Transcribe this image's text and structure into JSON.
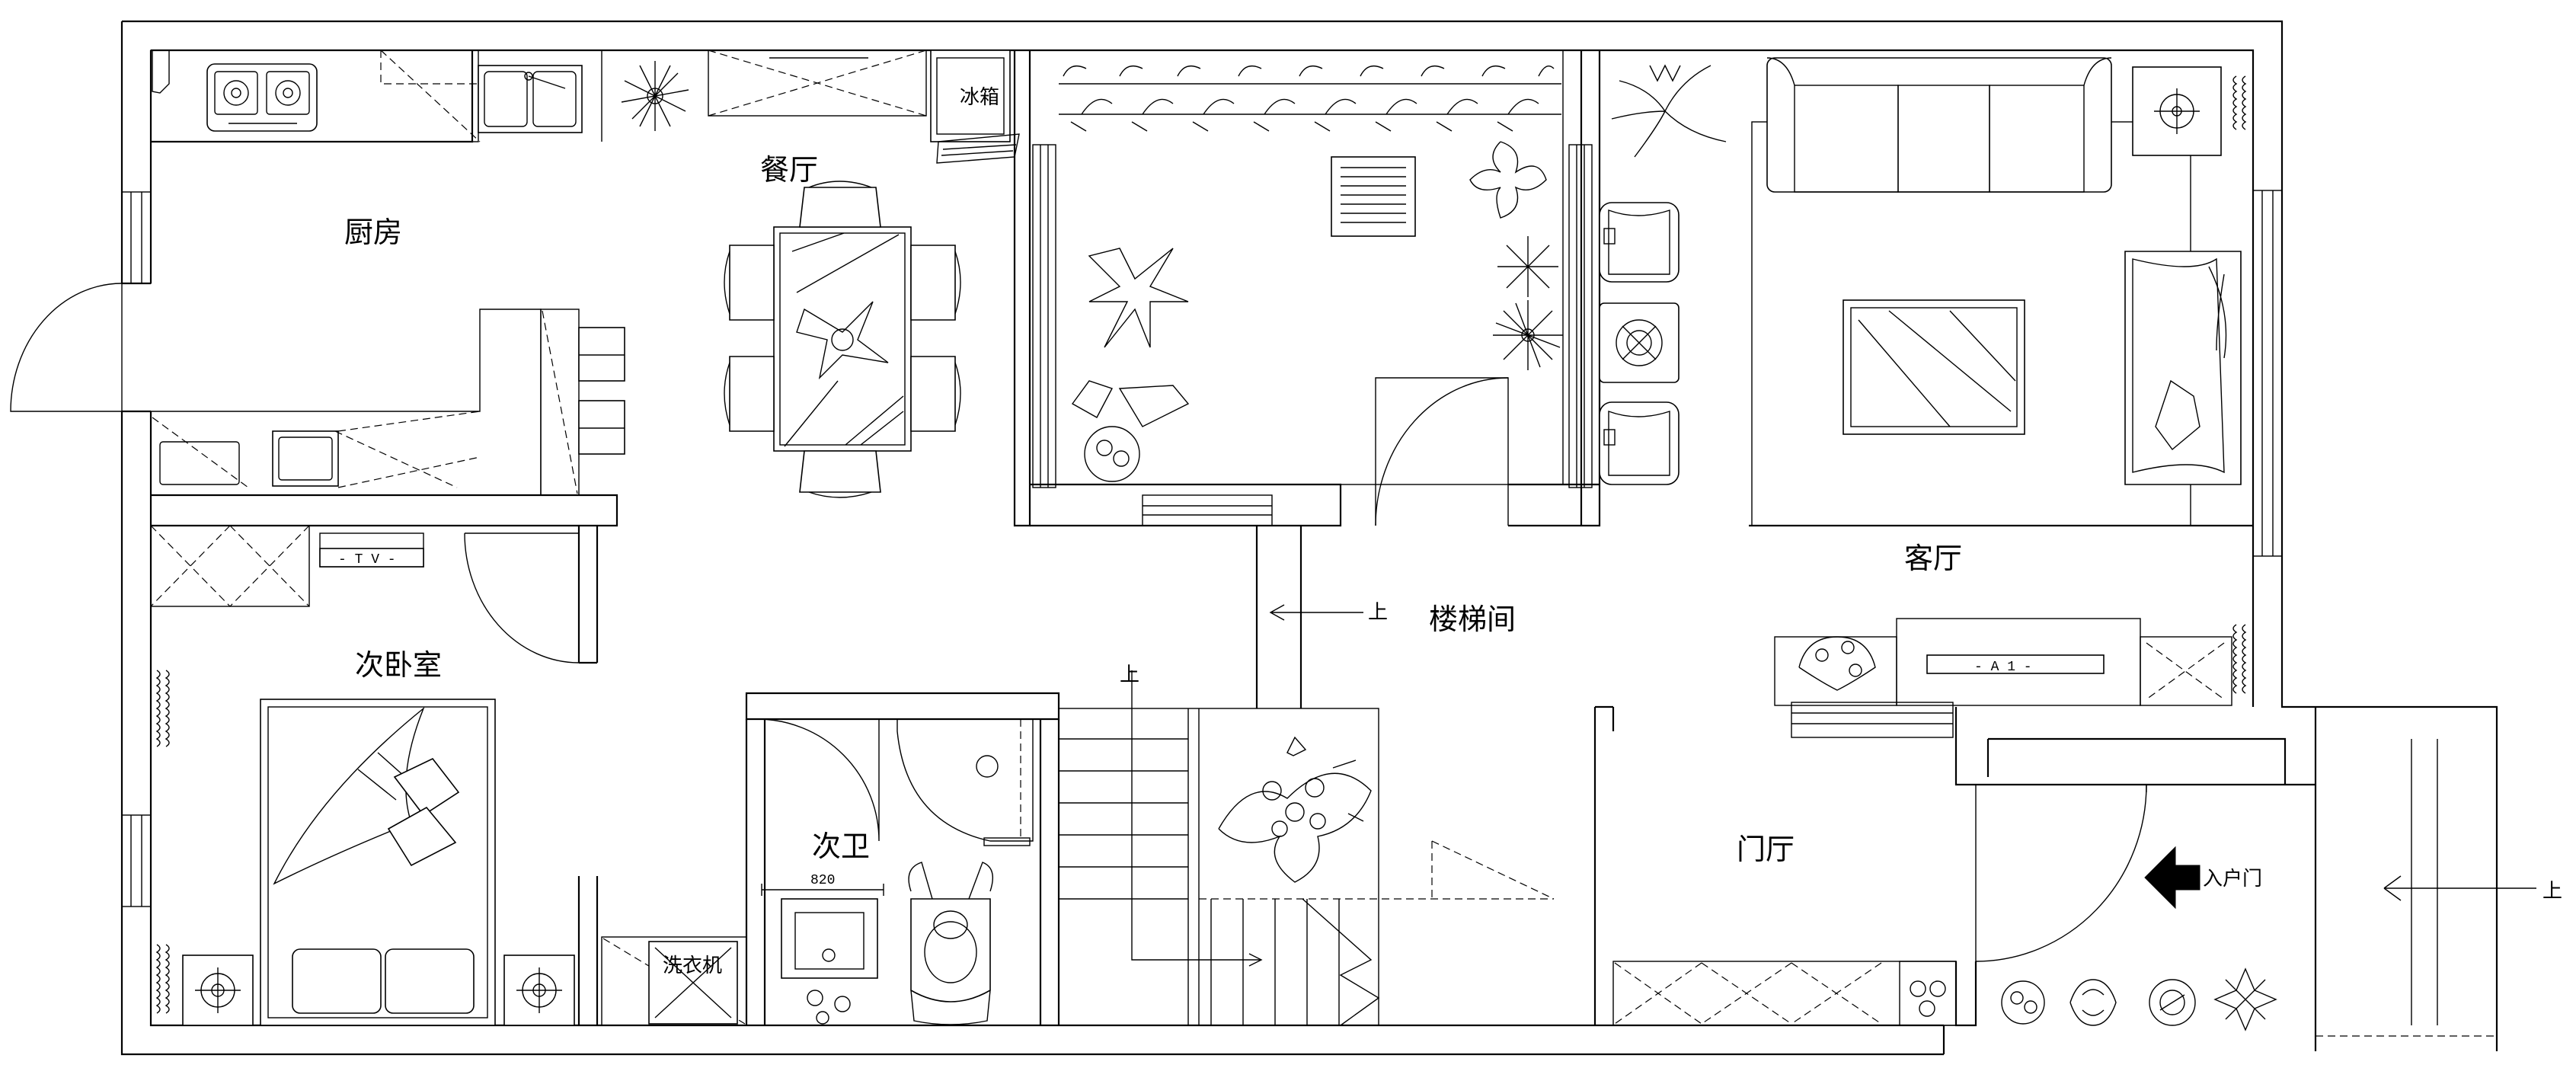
{
  "rooms": {
    "kitchen": "厨房",
    "dining": "餐厅",
    "second_bedroom": "次卧室",
    "second_bathroom": "次卫",
    "stairwell": "楼梯间",
    "living_room": "客厅",
    "foyer": "门厅"
  },
  "labels": {
    "fridge": "冰箱",
    "washer": "洗衣机",
    "entrance_door": "入户门",
    "up_stair": "上",
    "up_left": "上",
    "up_entrance": "上",
    "dimension_820": "820",
    "tv_bedroom": "- T V -",
    "tv_living": "- A  1 -"
  }
}
